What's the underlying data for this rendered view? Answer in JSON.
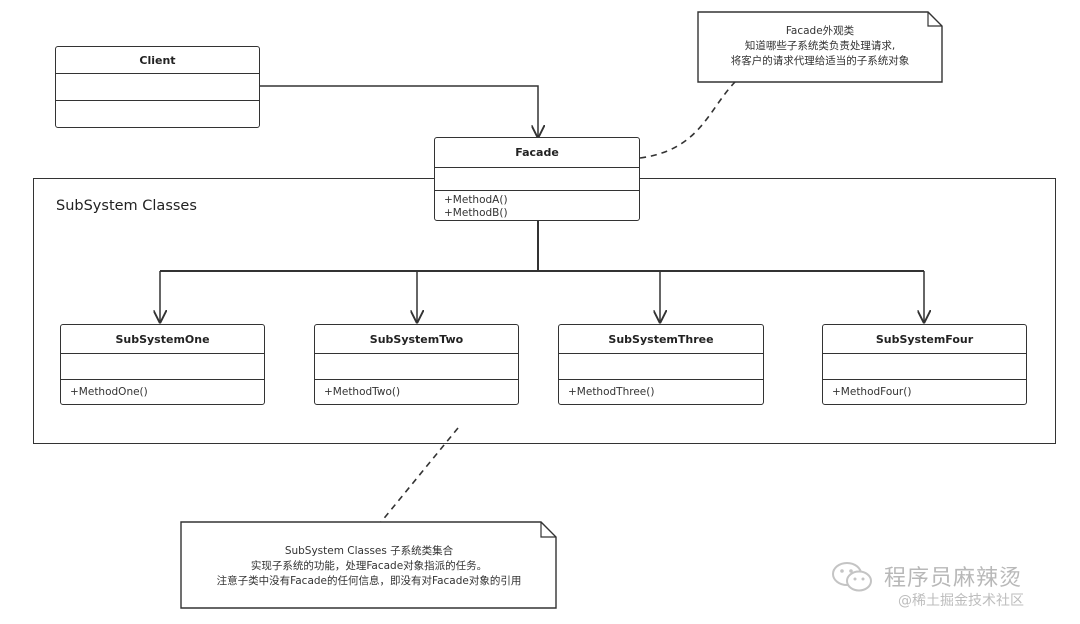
{
  "package": {
    "label": "SubSystem Classes"
  },
  "classes": {
    "client": {
      "name": "Client"
    },
    "facade": {
      "name": "Facade",
      "methods": [
        "+MethodA()",
        "+MethodB()"
      ]
    },
    "subsystems": [
      {
        "name": "SubSystemOne",
        "method": "+MethodOne()"
      },
      {
        "name": "SubSystemTwo",
        "method": "+MethodTwo()"
      },
      {
        "name": "SubSystemThree",
        "method": "+MethodThree()"
      },
      {
        "name": "SubSystemFour",
        "method": "+MethodFour()"
      }
    ]
  },
  "notes": {
    "facade": [
      "Facade外观类",
      "知道哪些子系统类负责处理请求,",
      "将客户的请求代理给适当的子系统对象"
    ],
    "subsystem": [
      "SubSystem Classes 子系统类集合",
      "实现子系统的功能，处理Facade对象指派的任务。",
      "注意子类中没有Facade的任何信息，即没有对Facade对象的引用"
    ]
  },
  "watermark": {
    "brand": "程序员麻辣烫",
    "sub": "@稀土掘金技术社区"
  }
}
